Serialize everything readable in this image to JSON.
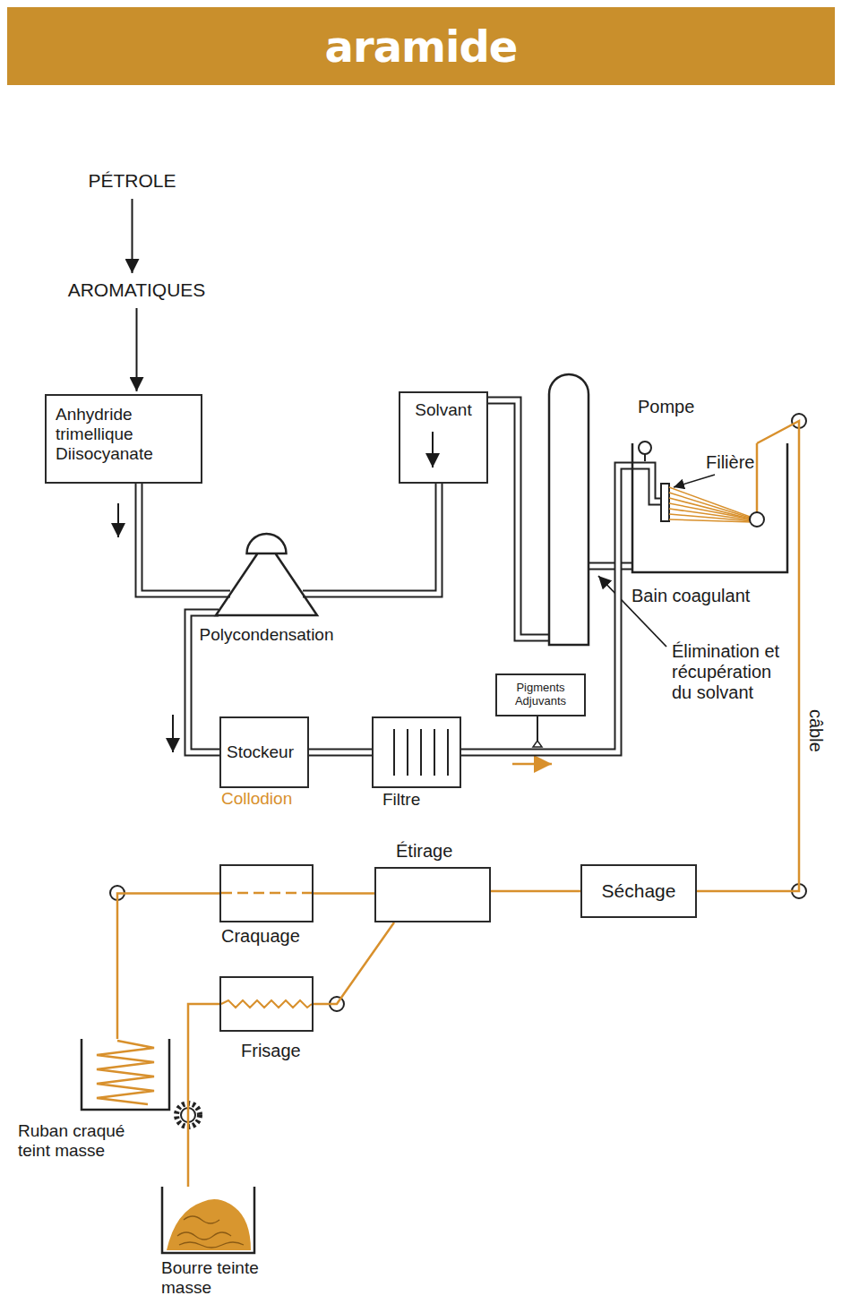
{
  "diagram": {
    "title": "aramide",
    "nodes": [
      {
        "text": [
          "PÉTROLE"
        ]
      },
      {
        "text": [
          "AROMATIQUES"
        ]
      },
      {
        "text": [
          "Anhydride trimellique Diisocyanate"
        ]
      },
      {
        "text": [
          "Solvant"
        ]
      },
      {
        "text": [
          "Polycondensation"
        ]
      },
      {
        "text": [
          "Stockeur",
          "Collodion"
        ]
      },
      {
        "text": [
          "Filtre"
        ]
      },
      {
        "text": [
          "Pigments Adjuvants"
        ]
      },
      {
        "text": [
          "Bain coagulant"
        ]
      },
      {
        "text": [
          "Séchage"
        ]
      },
      {
        "text": [
          "Étirage"
        ]
      },
      {
        "text": [
          "Craquage"
        ]
      },
      {
        "text": [
          "Frisage"
        ]
      },
      {
        "text": [
          "Ruban craqué teint masse"
        ]
      },
      {
        "text": [
          "Bourre teinte masse"
        ]
      }
    ],
    "edges": [
      {
        "from": 0,
        "to": 1,
        "arrow": "to"
      },
      {
        "from": 1,
        "to": 2,
        "arrow": "to"
      },
      {
        "from": 2,
        "to": 4,
        "arrow": "none"
      },
      {
        "from": 3,
        "to": 4,
        "arrow": "none"
      },
      {
        "from": 4,
        "to": 5,
        "arrow": "none"
      },
      {
        "from": 5,
        "to": 6,
        "arrow": "none"
      },
      {
        "from": 6,
        "to": 8,
        "arrow": "none"
      },
      {
        "from": 8,
        "to": 9,
        "label": "câble",
        "arrow": "none"
      },
      {
        "from": 9,
        "to": 10,
        "arrow": "none"
      },
      {
        "from": 10,
        "to": 11,
        "arrow": "none"
      },
      {
        "from": 10,
        "to": 12,
        "arrow": "none"
      },
      {
        "from": 11,
        "to": 13,
        "arrow": "none"
      },
      {
        "from": 12,
        "to": 14,
        "arrow": "none"
      }
    ],
    "labels": [
      "Pompe",
      "Filière",
      "Élimination et récupération du solvant"
    ]
  }
}
